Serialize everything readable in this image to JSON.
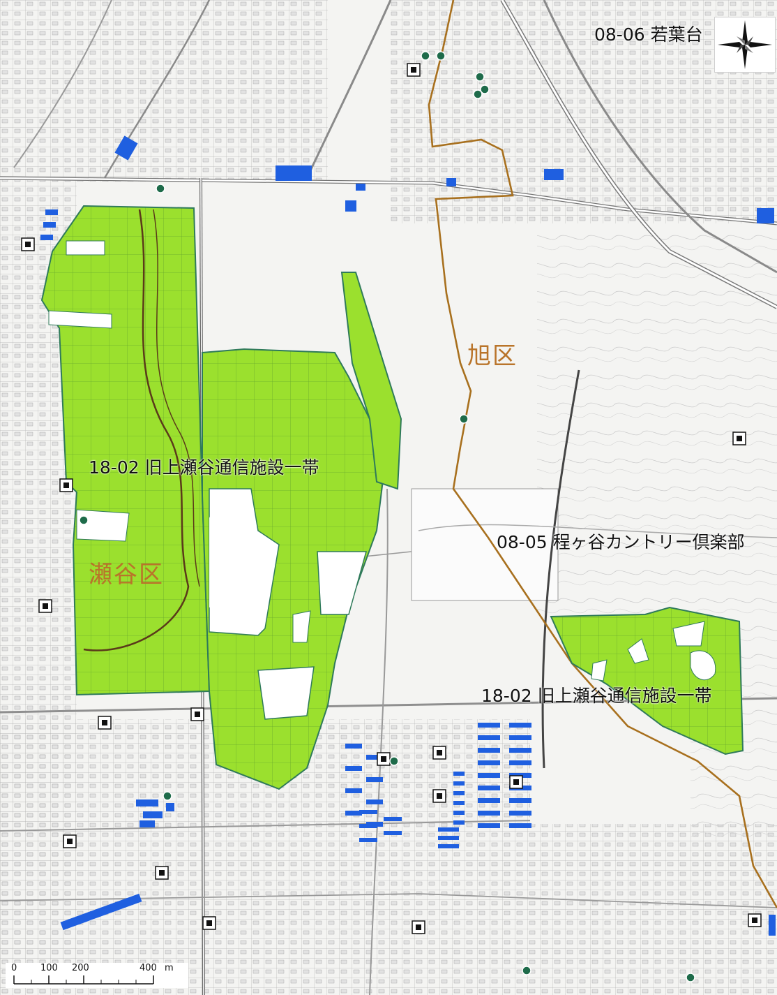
{
  "map": {
    "zone_labels": {
      "wakaba_north": "08-06 若葉台",
      "kamiseya_west": "18-02 旧上瀬谷通信施設一帯",
      "hodogaya_country": "08-05 程ヶ谷カントリー倶楽部",
      "kamiseya_east": "18-02 旧上瀬谷通信施設一帯"
    },
    "ward_labels": {
      "asahi": "旭区",
      "seya": "瀬谷区"
    },
    "scalebar": {
      "ticks": [
        "0",
        "100",
        "200",
        "400"
      ],
      "unit": "m"
    },
    "colors": {
      "zone_fill": "#9be02e",
      "zone_stroke": "#2f7a5a",
      "ward_boundary": "#a8701e",
      "building": "#1f5fe0",
      "road": "#888888",
      "basemap": "#f6f6f4"
    },
    "icons": {
      "compass": "compass-rose-icon",
      "facility": "facility-square-icon",
      "tree": "tree-marker-icon"
    }
  }
}
